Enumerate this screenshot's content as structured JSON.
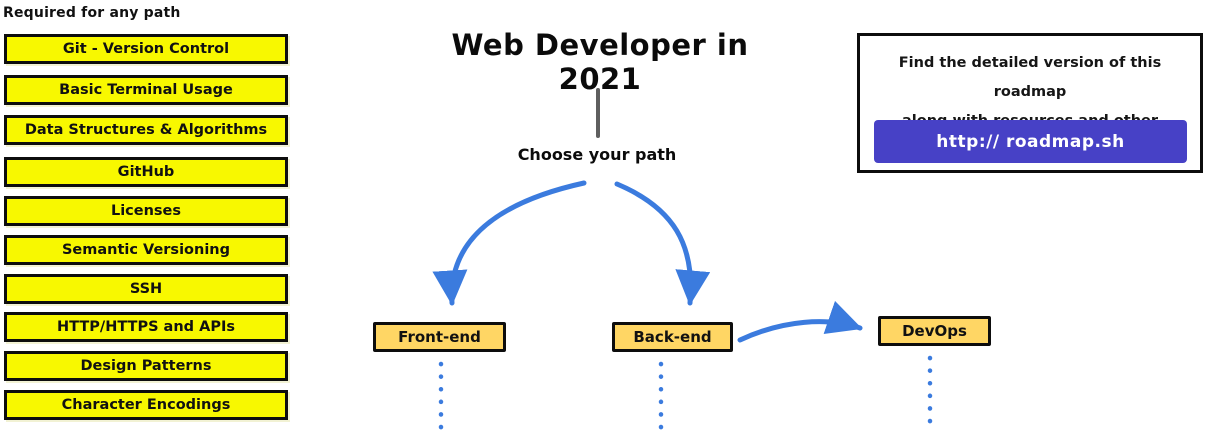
{
  "header": {
    "title": "Web Developer in 2021",
    "subtitle": "Choose your path"
  },
  "required": {
    "heading": "Required for any path",
    "items": [
      "Git - Version Control",
      "Basic Terminal Usage",
      "Data Structures & Algorithms",
      "GitHub",
      "Licenses",
      "Semantic Versioning",
      "SSH",
      "HTTP/HTTPS and APIs",
      "Design Patterns",
      "Character Encodings"
    ]
  },
  "paths": {
    "frontend": "Front-end",
    "backend": "Back-end",
    "devops": "DevOps"
  },
  "info": {
    "line1": "Find the detailed version of this roadmap",
    "line2": "along with resources and other roadmaps",
    "button": "http:// roadmap.sh"
  },
  "colors": {
    "topic_yellow": "#F8F800",
    "node_orange": "#FFD664",
    "arrow_blue": "#3B7BDE",
    "button_purple": "#4741C6",
    "line_gray": "#5F5F5F"
  }
}
